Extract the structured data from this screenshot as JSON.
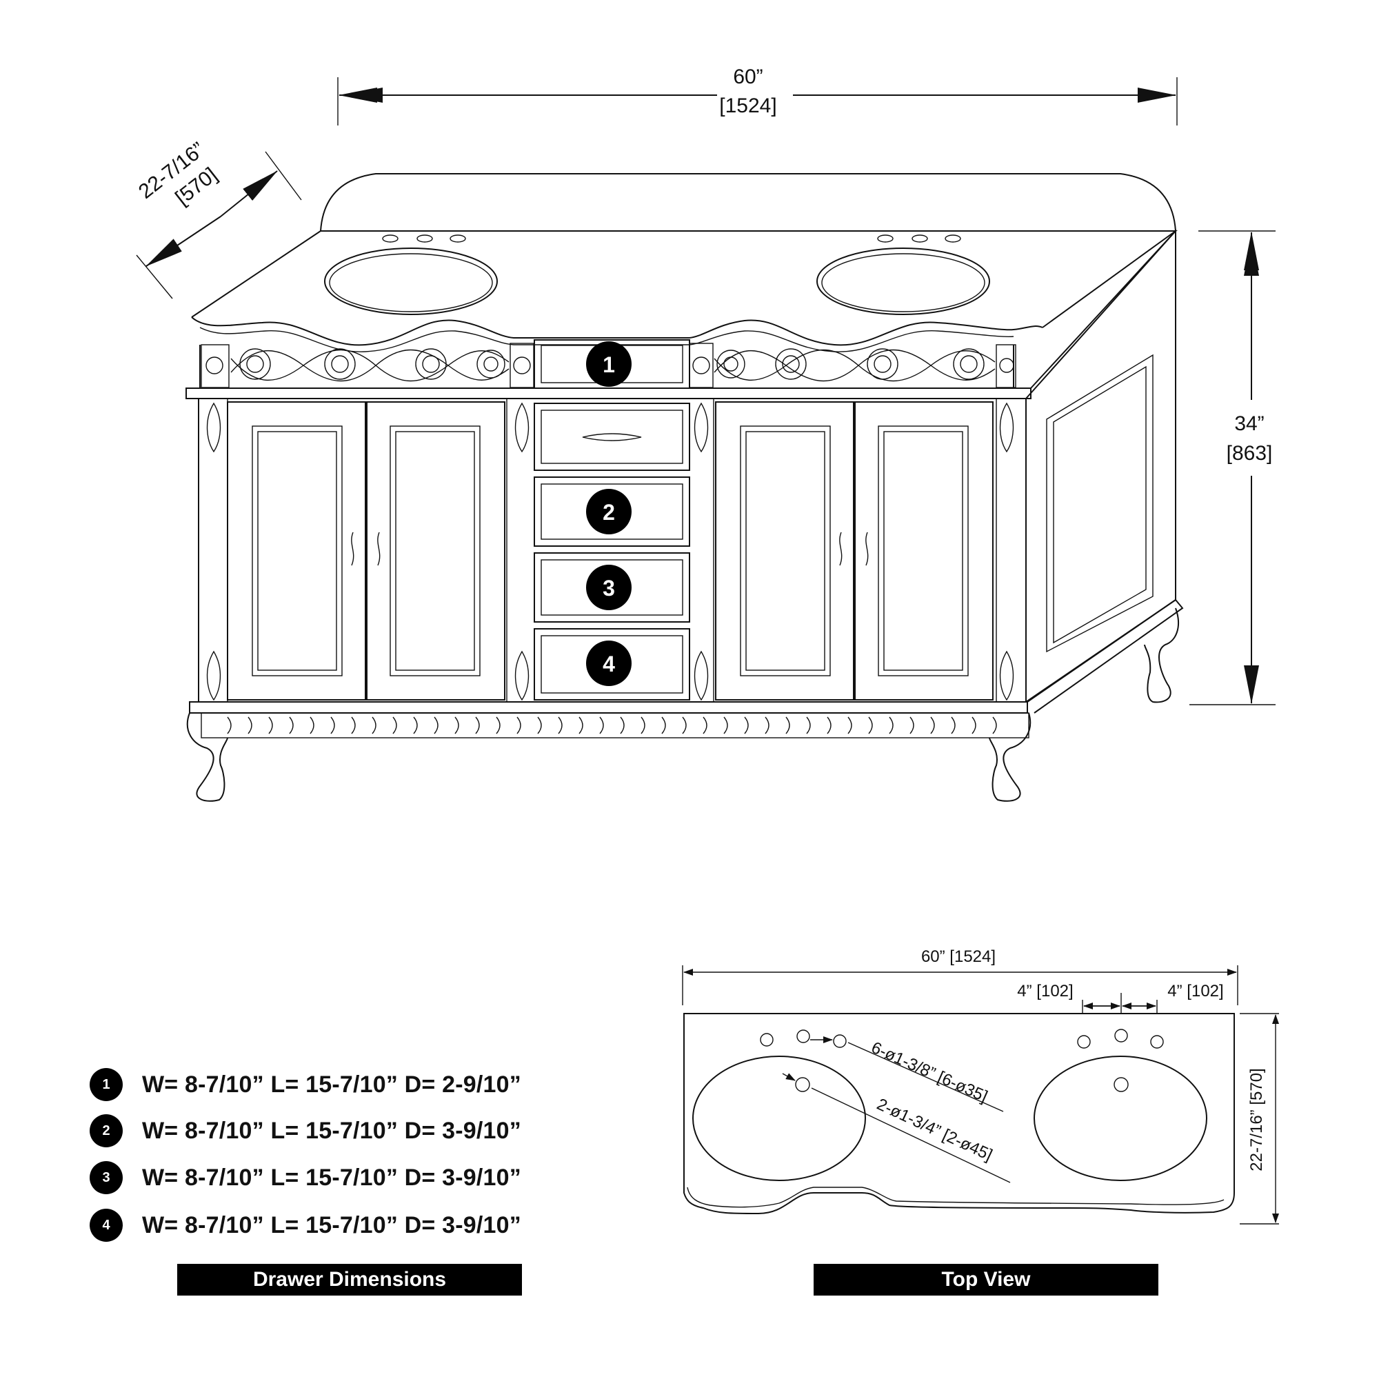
{
  "front_view": {
    "width_in": "60”",
    "width_mm": "[1524]",
    "depth_in": "22-7/16”",
    "depth_mm": "[570]",
    "height_in": "34”",
    "height_mm": "[863]",
    "drawer_badges": [
      "1",
      "2",
      "3",
      "4"
    ]
  },
  "drawer_dimensions": {
    "rows": [
      {
        "num": "1",
        "text": "W= 8-7/10” L= 15-7/10” D= 2-9/10”"
      },
      {
        "num": "2",
        "text": "W= 8-7/10” L= 15-7/10” D= 3-9/10”"
      },
      {
        "num": "3",
        "text": "W= 8-7/10” L= 15-7/10” D= 3-9/10”"
      },
      {
        "num": "4",
        "text": "W= 8-7/10” L= 15-7/10” D= 3-9/10”"
      }
    ],
    "label": "Drawer Dimensions"
  },
  "top_view": {
    "width": "60” [1524]",
    "spacing_left": "4” [102]",
    "spacing_right": "4” [102]",
    "depth": "22-7/16” [570]",
    "small_holes": "6-ø1-3/8” [6-ø35]",
    "large_holes": "2-ø1-3/4” [2-ø45]",
    "label": "Top View"
  }
}
